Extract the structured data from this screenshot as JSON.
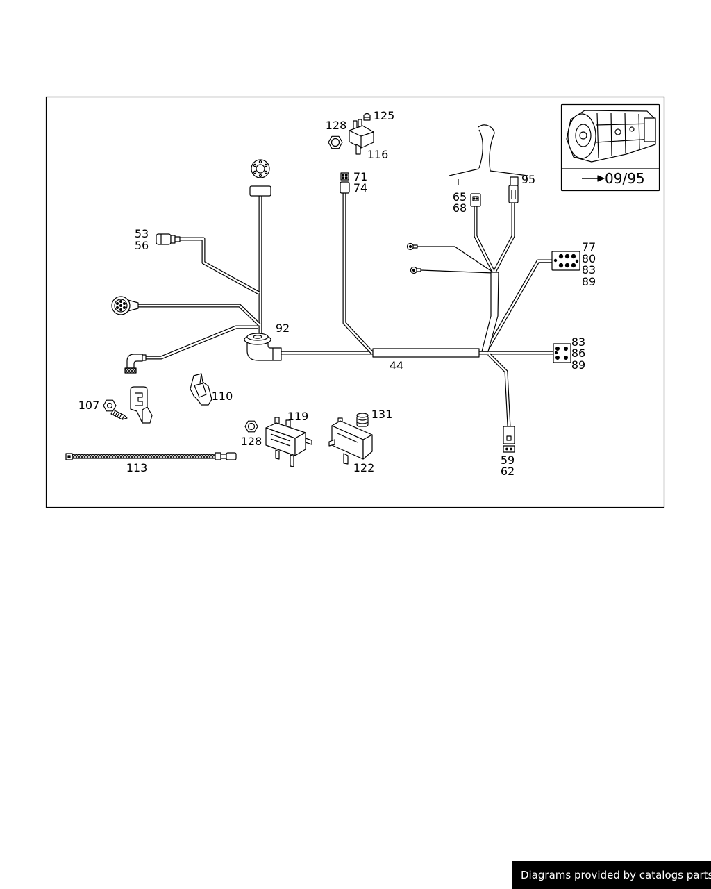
{
  "diagram": {
    "callouts": [
      "125",
      "128",
      "116",
      "71",
      "74",
      "95",
      "65",
      "68",
      "53",
      "56",
      "77",
      "80",
      "83",
      "89",
      "92",
      "83",
      "86",
      "89",
      "44",
      "107",
      "110",
      "119",
      "131",
      "128",
      "122",
      "113",
      "59",
      "62"
    ],
    "inset_date": "09/95"
  },
  "footer": {
    "credit": "Diagrams provided by catalogs parts"
  }
}
